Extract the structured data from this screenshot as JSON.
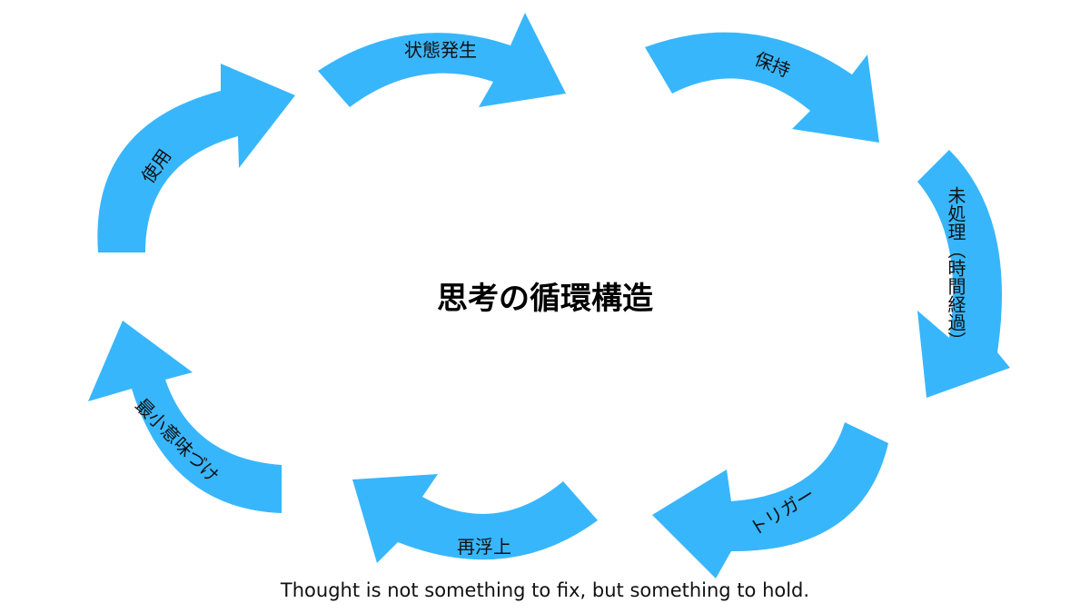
{
  "title": "思考の循環構造",
  "caption": "Thought is not something to fix, but something to hold.",
  "accent_color": "#38b6fc",
  "steps": [
    {
      "label": "状態発生"
    },
    {
      "label": "保持"
    },
    {
      "label": "未処理（時間経過）"
    },
    {
      "label": "トリガー"
    },
    {
      "label": "再浮上"
    },
    {
      "label": "最小意味づけ"
    },
    {
      "label": "使用"
    }
  ]
}
